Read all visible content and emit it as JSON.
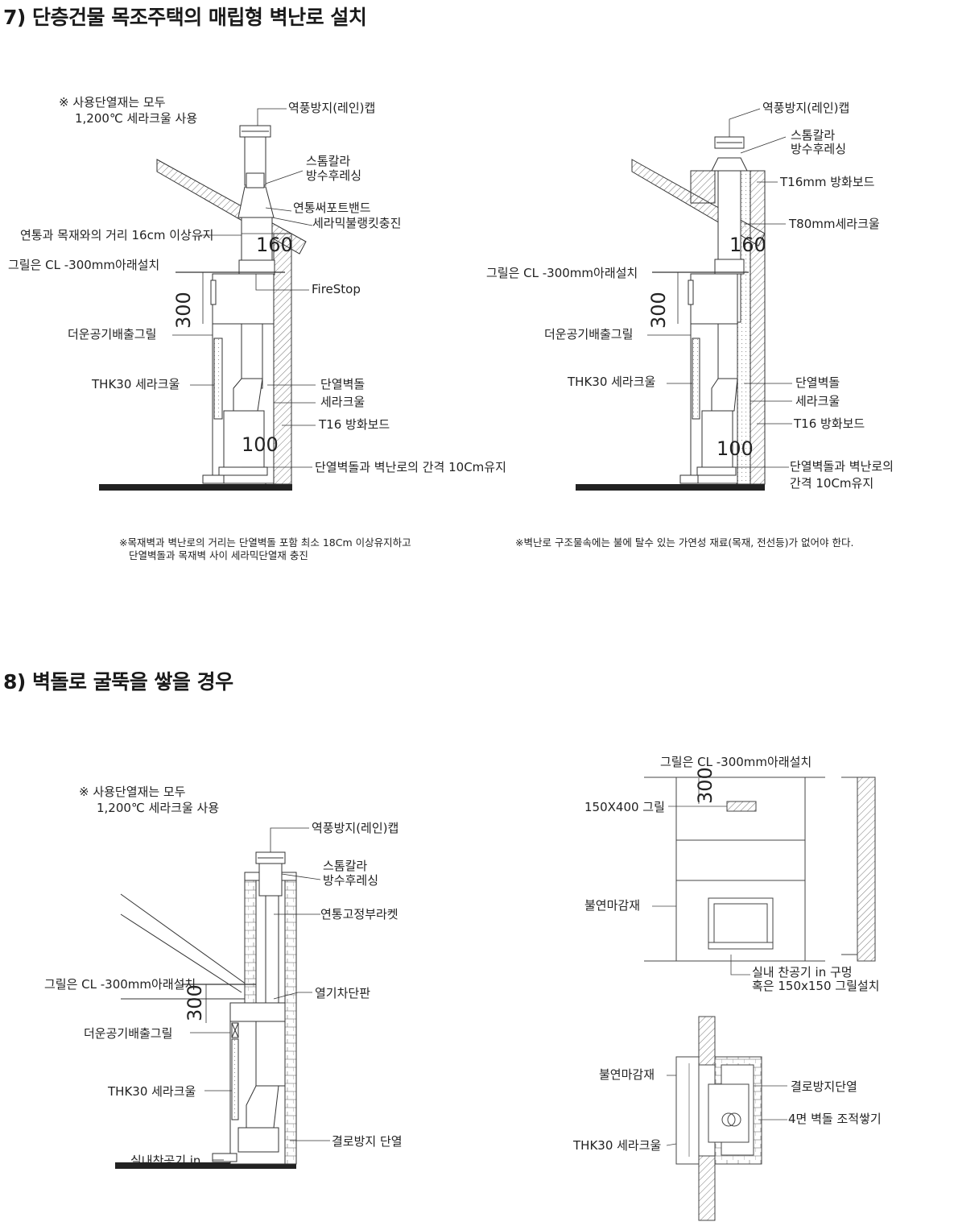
{
  "section7": {
    "title": "7) 단층건물 목조주택의 매립형 벽난로 설치",
    "left": {
      "note_line1": "※ 사용단열재는 모두",
      "note_line2": "1,200℃ 세라크울 사용",
      "rain_cap": "역풍방지(레인)캡",
      "storm_collar_1": "스톰칼라",
      "storm_collar_2": "방수후레싱",
      "support_band": "연통써포트밴드",
      "ceramic_blanket": "세라믹불랭킷충진",
      "distance_wood": "연통과 목재와의 거리 16cm 이상유지",
      "grill_install": "그릴은 CL -300mm아래설치",
      "firestop": "FireStop",
      "hot_air_grill": "더운공기배출그릴",
      "thk30": "THK30 세라크울",
      "insulated_brick": "단열벽돌",
      "ceramic_wool": "세라크울",
      "t16_board": "T16 방화보드",
      "gap_keep": "단열벽돌과 벽난로의 간격 10Cm유지",
      "dim_160": "160",
      "dim_300": "300",
      "dim_100": "100"
    },
    "right": {
      "rain_cap": "역풍방지(레인)캡",
      "storm_collar_1": "스톰칼라",
      "storm_collar_2": "방수후레싱",
      "t16mm_board": "T16mm 방화보드",
      "t80mm_wool": "T80mm세라크울",
      "grill_install": "그릴은 CL -300mm아래설치",
      "hot_air_grill": "더운공기배출그릴",
      "thk30": "THK30 세라크울",
      "insulated_brick": "단열벽돌",
      "ceramic_wool": "세라크울",
      "t16_board": "T16 방화보드",
      "gap_keep_1": "단열벽돌과 벽난로의",
      "gap_keep_2": "간격 10Cm유지",
      "dim_160": "160",
      "dim_300": "300",
      "dim_100": "100"
    },
    "footnote_left_1": "※목재벽과 벽난로의 거리는 단열벽돌 포함 최소 18Cm 이상유지하고",
    "footnote_left_2": "단열벽돌과 목재벽 사이 세라믹단열재 충진",
    "footnote_right": "※벽난로 구조물속에는 불에 탈수 있는 가연성 재료(목재, 전선등)가 없어야 한다."
  },
  "section8": {
    "title": "8) 벽돌로 굴뚝을 쌓을 경우",
    "left": {
      "note_line1": "※ 사용단열재는 모두",
      "note_line2": "1,200℃ 세라크울 사용",
      "rain_cap": "역풍방지(레인)캡",
      "storm_collar_1": "스톰칼라",
      "storm_collar_2": "방수후레싱",
      "bracket": "연통고정부라켓",
      "grill_install": "그릴은 CL -300mm아래설치",
      "heat_shield": "열기차단판",
      "hot_air_grill": "더운공기배출그릴",
      "thk30": "THK30 세라크울",
      "condensation": "결로방지 단열",
      "indoor_air": "실내찬공기 in",
      "dim_300": "300"
    },
    "right_elev": {
      "grill_install": "그릴은 CL -300mm아래설치",
      "grill_size": "150X400 그릴",
      "noncomb_finish": "불연마감재",
      "indoor_hole_1": "실내 찬공기 in 구멍",
      "indoor_hole_2": "혹은 150x150 그릴설치",
      "dim_300": "300"
    },
    "right_plan": {
      "noncomb_finish": "불연마감재",
      "condensation": "결로방지단열",
      "brick_4side": "4면 벽돌 조적쌓기",
      "thk30": "THK30 세라크울"
    }
  }
}
